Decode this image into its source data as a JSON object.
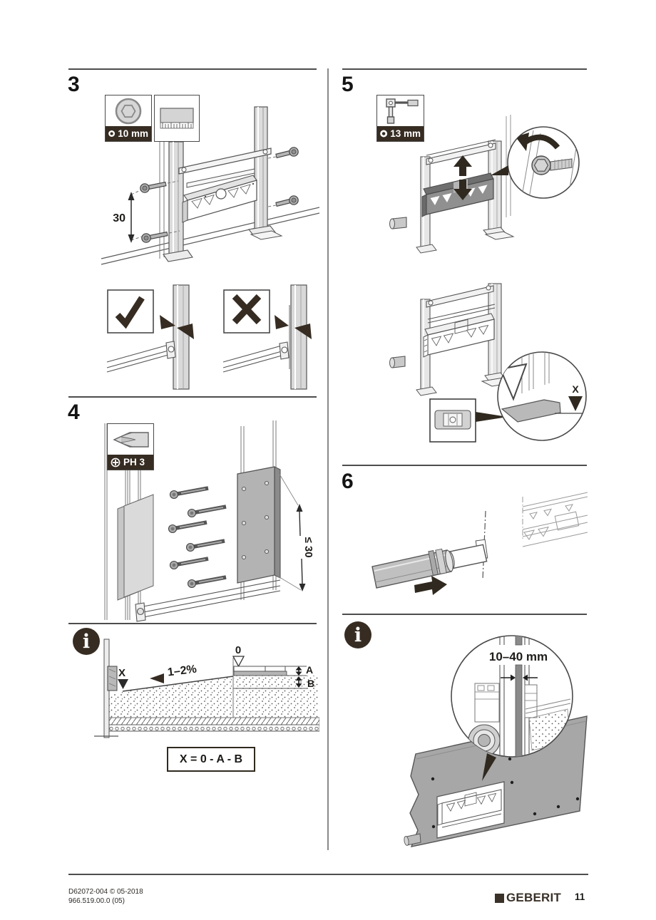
{
  "colors": {
    "ink": "#362c22",
    "line": "#555555",
    "rule": "#4d4d4d",
    "light_fill": "#d9d9d9",
    "panel_gray": "#a7a7a7"
  },
  "steps": {
    "step3": {
      "number": "3",
      "tool_size": "10 mm",
      "dim": "30"
    },
    "step4": {
      "number": "4",
      "tool_size": "PH 3",
      "dim": "≤ 30"
    },
    "step5": {
      "number": "5",
      "tool_size": "13 mm",
      "x_label": "X"
    },
    "step6": {
      "number": "6"
    }
  },
  "info_left": {
    "glyph": "i",
    "x": "X",
    "zero": "0",
    "slope": "1–2%",
    "a": "A",
    "b": "B",
    "formula": "X = 0 - A - B"
  },
  "info_right": {
    "glyph": "i",
    "gap": "10–40 mm"
  },
  "footer": {
    "doc_code": "D62072-004 © 05-2018",
    "article_number": "966.519.00.0 (05)",
    "brand": "GEBERIT",
    "page_number": "11"
  }
}
